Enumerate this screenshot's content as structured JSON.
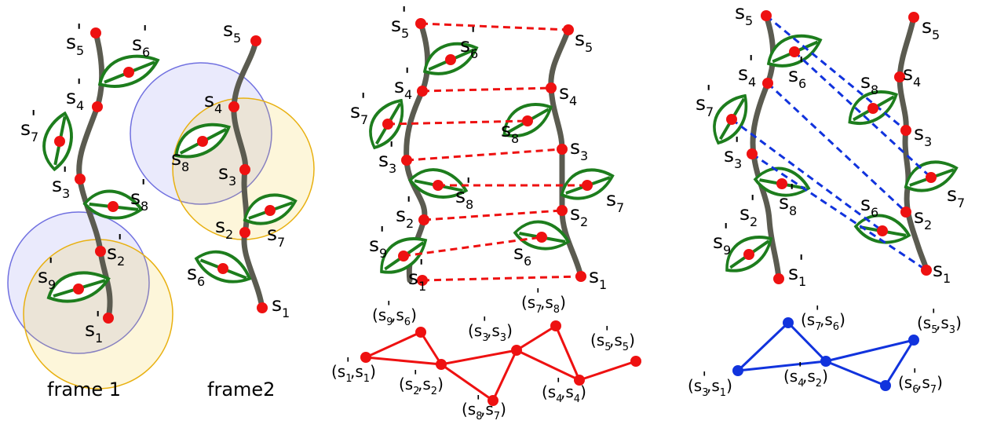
{
  "captions": {
    "frame1": "frame 1",
    "frame2": "frame2"
  },
  "labels": {
    "s": "s",
    "prime": "'",
    "n1": "1",
    "n2": "2",
    "n3": "3",
    "n4": "4",
    "n5": "5",
    "n6": "6",
    "n7": "7",
    "n8": "8",
    "n9": "9"
  },
  "colors": {
    "stem": "#5b5b50",
    "leaf_outline": "#1d7d1d",
    "keypoint": "#ee1111",
    "frame1_region": "#8888ee",
    "frame2_region": "#f0c020",
    "match_red": "#ee1111",
    "match_blue": "#1133dd"
  },
  "graph_red": {
    "nodes": [
      {
        "id": "a",
        "p1": "1",
        "p2": "1"
      },
      {
        "id": "b",
        "p1": "9",
        "p2": "6"
      },
      {
        "id": "c",
        "p1": "2",
        "p2": "2"
      },
      {
        "id": "d",
        "p1": "3",
        "p2": "3"
      },
      {
        "id": "e",
        "p1": "8",
        "p2": "7"
      },
      {
        "id": "f",
        "p1": "7",
        "p2": "8"
      },
      {
        "id": "g",
        "p1": "4",
        "p2": "4"
      },
      {
        "id": "h",
        "p1": "5",
        "p2": "5"
      }
    ],
    "edges": [
      [
        "a",
        "b"
      ],
      [
        "a",
        "c"
      ],
      [
        "b",
        "c"
      ],
      [
        "c",
        "e"
      ],
      [
        "c",
        "d"
      ],
      [
        "e",
        "d"
      ],
      [
        "d",
        "f"
      ],
      [
        "d",
        "g"
      ],
      [
        "f",
        "g"
      ],
      [
        "g",
        "h"
      ]
    ]
  },
  "graph_blue": {
    "nodes": [
      {
        "id": "a",
        "p1": "3",
        "p2": "1"
      },
      {
        "id": "b",
        "p1": "7",
        "p2": "6"
      },
      {
        "id": "c",
        "p1": "4",
        "p2": "2"
      },
      {
        "id": "d",
        "p1": "5",
        "p2": "3"
      },
      {
        "id": "e",
        "p1": "6",
        "p2": "7"
      }
    ],
    "edges": [
      [
        "a",
        "b"
      ],
      [
        "a",
        "c"
      ],
      [
        "b",
        "c"
      ],
      [
        "c",
        "d"
      ],
      [
        "c",
        "e"
      ],
      [
        "e",
        "d"
      ]
    ]
  }
}
